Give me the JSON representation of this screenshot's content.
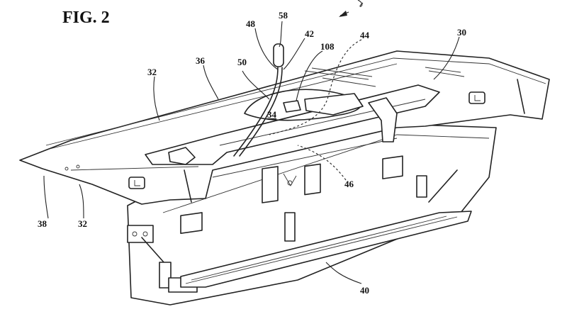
{
  "figure": {
    "title": "FIG. 2",
    "labels": {
      "ref_30": "30",
      "ref_32_top": "32",
      "ref_32_bottom": "32",
      "ref_34": "34",
      "ref_36": "36",
      "ref_38": "38",
      "ref_40": "40",
      "ref_42": "42",
      "ref_44": "44",
      "ref_46": "46",
      "ref_48": "48",
      "ref_50": "50",
      "ref_58": "58",
      "ref_108": "108"
    }
  }
}
